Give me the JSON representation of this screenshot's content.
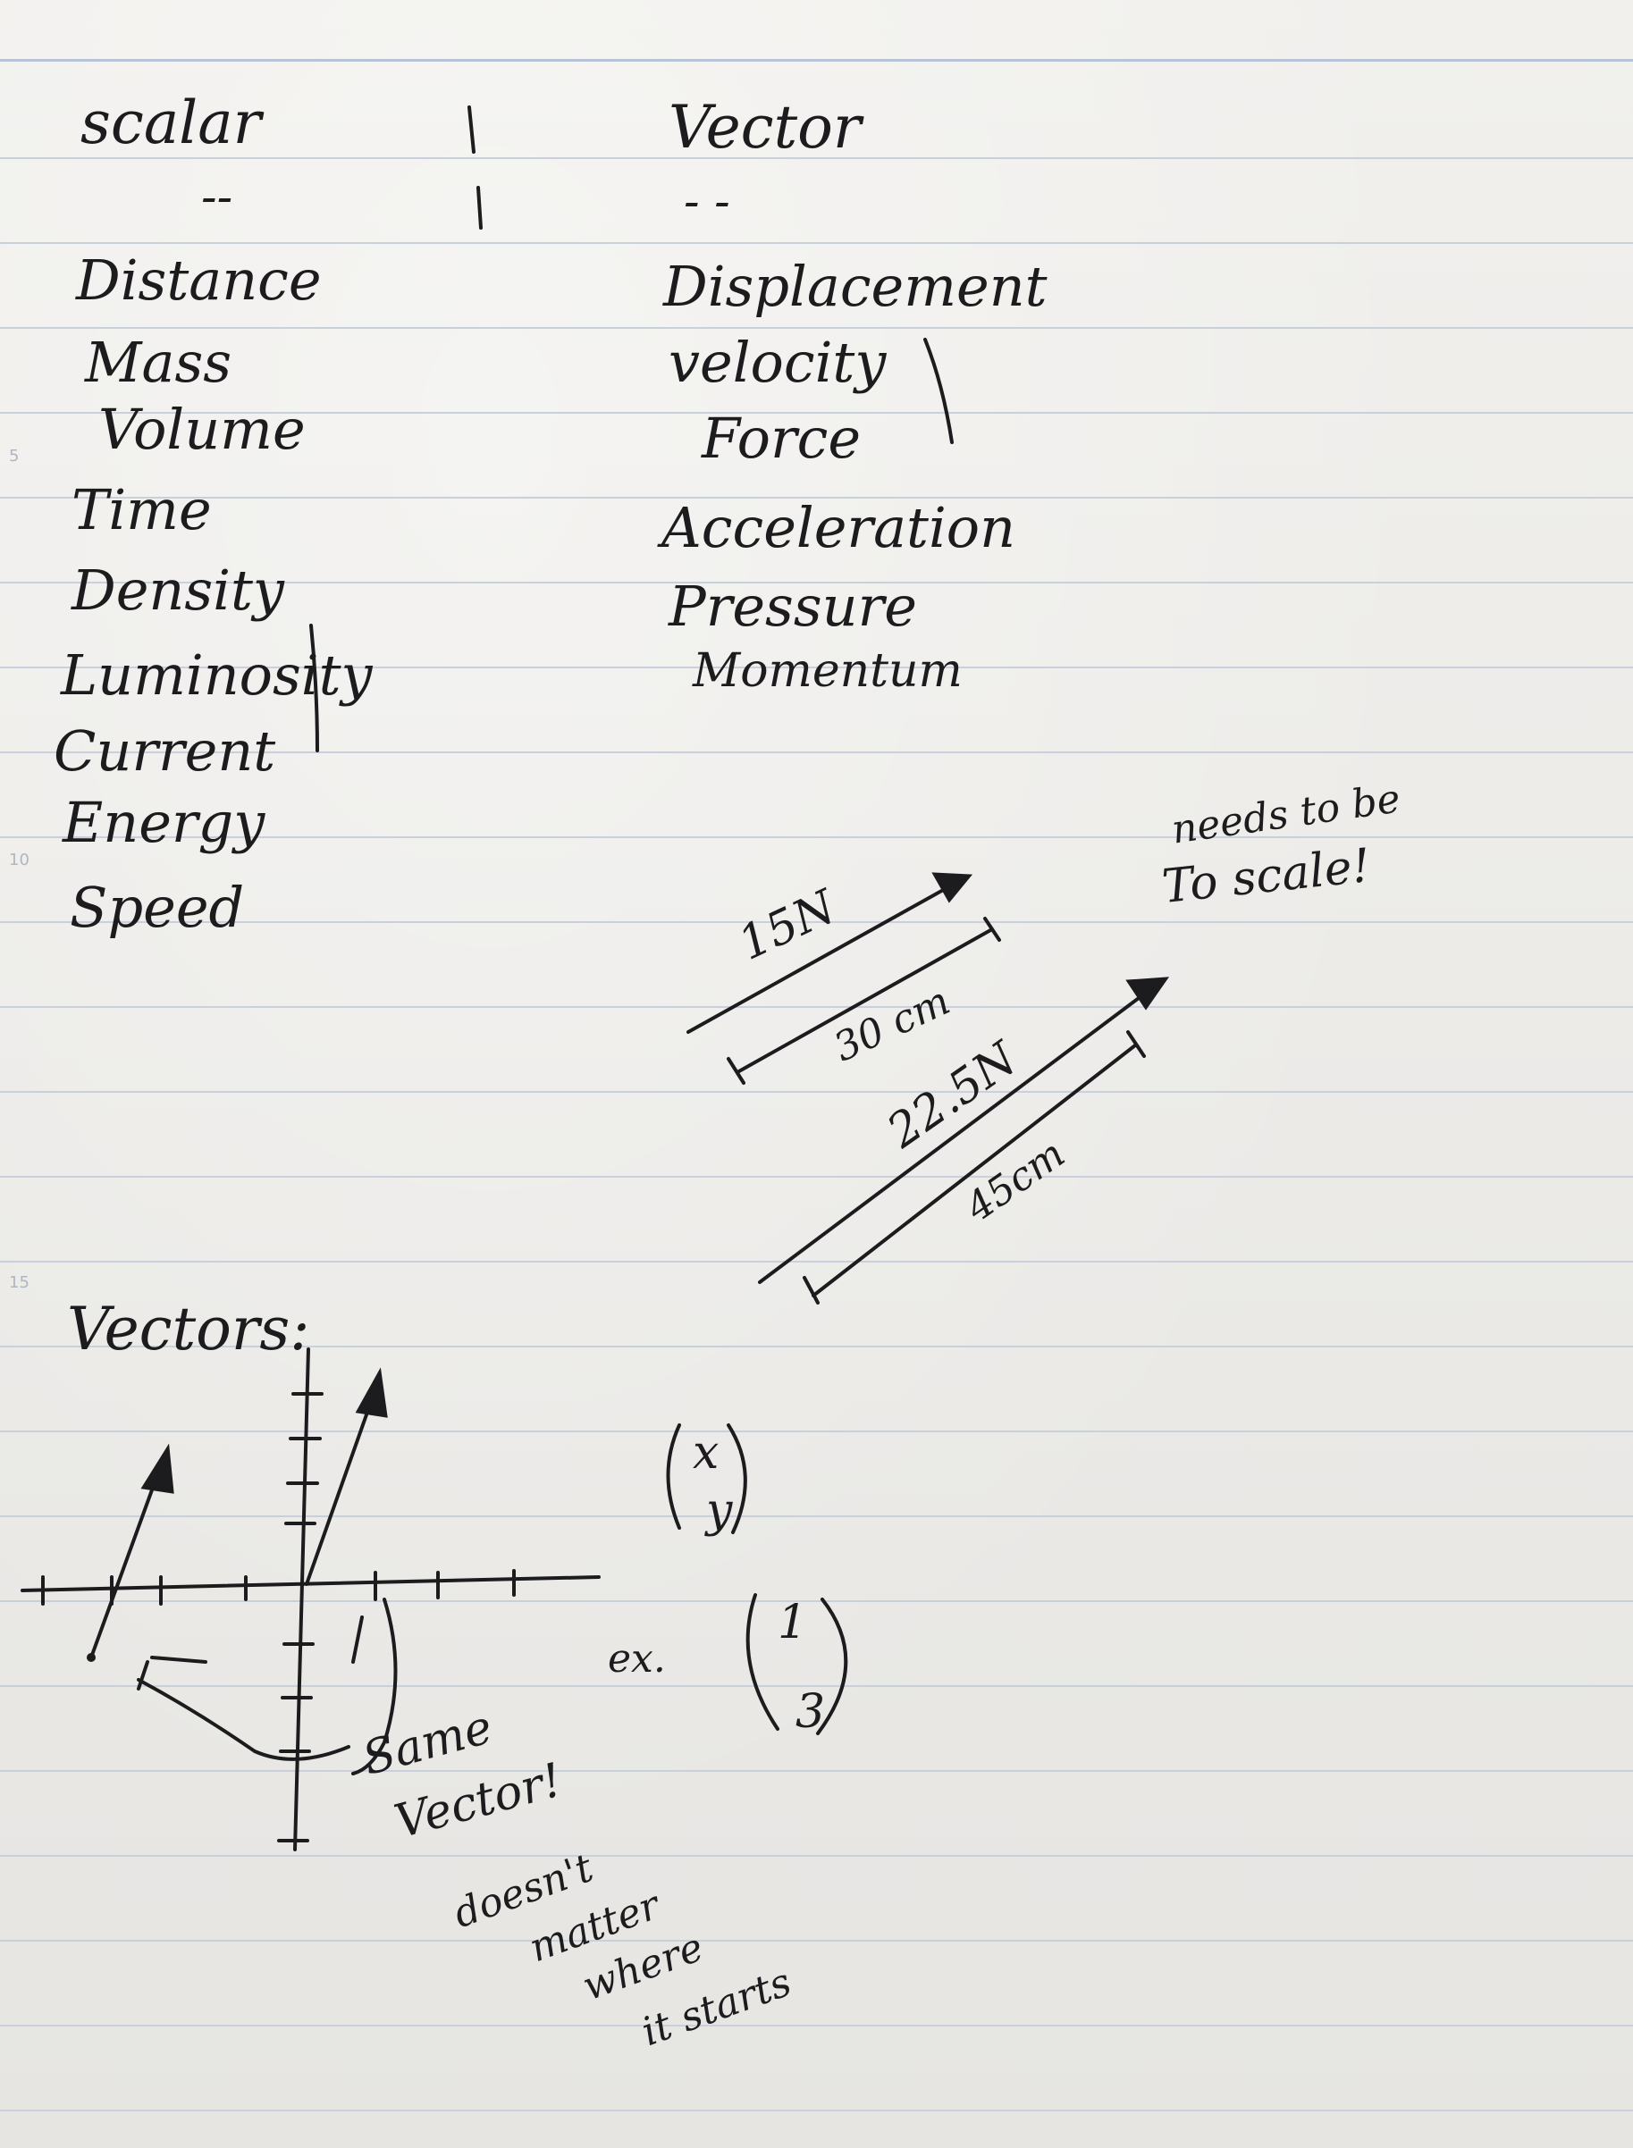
{
  "table": {
    "scalar_header": "scalar",
    "vector_header": "Vector",
    "scalar_dashes": "--",
    "vector_dashes": "- -",
    "scalars": [
      "Distance",
      "Mass",
      "Volume",
      "Time",
      "Density",
      "Luminosity",
      "Current",
      "Energy",
      "Speed"
    ],
    "vectors": [
      "Displacement",
      "velocity",
      "Force",
      "Acceleration",
      "Pressure",
      "Momentum"
    ]
  },
  "scale_diagram": {
    "note_line1": "needs to be",
    "note_line2": "To scale!",
    "force_small": "15N",
    "length_small": "30 cm",
    "force_large": "22.5N",
    "length_large": "45cm"
  },
  "vectors_section": {
    "heading": "Vectors:",
    "note_line1": "Same",
    "note_line2": "Vector!",
    "note_line3": "doesn't",
    "note_line4": "matter",
    "note_line5": "where",
    "note_line6": "it starts",
    "column_top": "x",
    "column_bottom": "y",
    "example_label": "ex.",
    "example_top": "1",
    "example_bottom": "3"
  },
  "margin_numbers": [
    "5",
    "10",
    "15"
  ],
  "colors": {
    "ink": "#1c1b1d",
    "rule_line": "#c9d0dc",
    "paper": "#ecebe8"
  }
}
